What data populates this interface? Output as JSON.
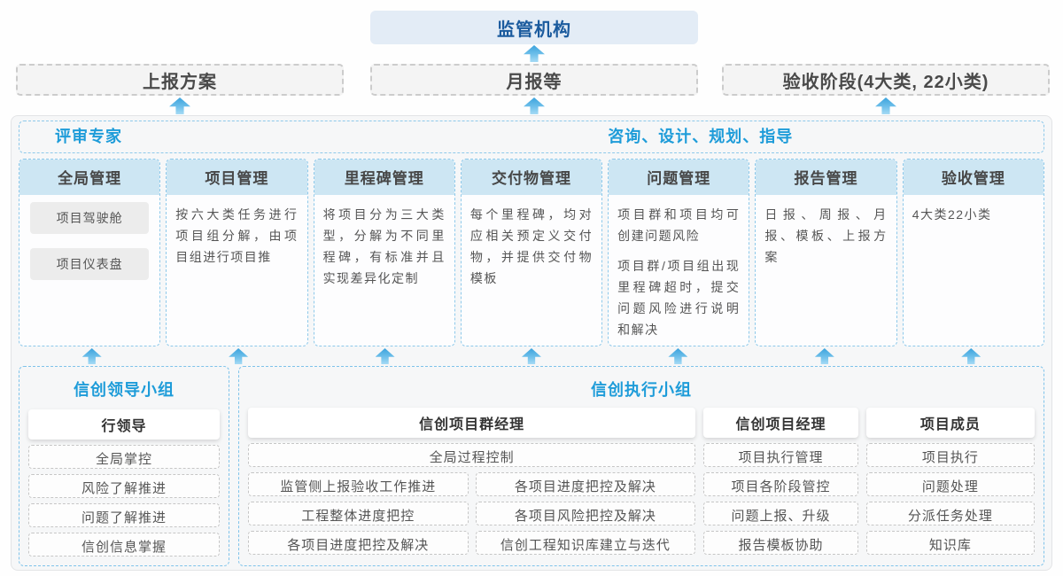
{
  "top": {
    "regulator": "监管机构",
    "report_plan": "上报方案",
    "monthly_report": "月报等",
    "acceptance_stage": "验收阶段(4大类, 22小类)"
  },
  "main": {
    "review_expert": "评审专家",
    "consult": "咨询、设计、规划、指导",
    "columns": [
      {
        "title": "全局管理",
        "chips": [
          "项目驾驶舱",
          "项目仪表盘"
        ]
      },
      {
        "title": "项目管理",
        "text": "按六大类任务进行项目组分解，由项目组进行项目推"
      },
      {
        "title": "里程碑管理",
        "text": "将项目分为三大类型，分解为不同里程碑，有标准并且实现差异化定制"
      },
      {
        "title": "交付物管理",
        "text": "每个里程碑，均对应相关预定义交付物，并提供交付物模板"
      },
      {
        "title": "问题管理",
        "paragraphs": [
          "项目群和项目均可创建问题风险",
          "项目群/项目组出现里程碑超时，提交问题风险进行说明和解决"
        ]
      },
      {
        "title": "报告管理",
        "text": "日报、周报、月报、模板、上报方案"
      },
      {
        "title": "验收管理",
        "text": "4大类22小类"
      }
    ]
  },
  "bottom": {
    "leader_group": {
      "title": "信创领导小组",
      "role": "行领导",
      "items": [
        "全局掌控",
        "风险了解推进",
        "问题了解推进",
        "信创信息掌握"
      ]
    },
    "exec_group": {
      "title": "信创执行小组",
      "pgm": {
        "role": "信创项目群经理",
        "full_item": "全局过程控制",
        "left_items": [
          "监管侧上报验收工作推进",
          "工程整体进度把控",
          "各项目进度把控及解决"
        ],
        "right_items": [
          "各项目进度把控及解决",
          "各项目风险把控及解决",
          "信创工程知识库建立与迭代"
        ]
      },
      "pm": {
        "role": "信创项目经理",
        "items": [
          "项目执行管理",
          "项目各阶段管控",
          "问题上报、升级",
          "报告模板协助"
        ]
      },
      "member": {
        "role": "项目成员",
        "items": [
          "项目执行",
          "问题处理",
          "分派任务处理",
          "知识库"
        ]
      }
    }
  },
  "colors": {
    "accent_blue": "#1e9cd9",
    "navy_title": "#1b5b9e",
    "dashed_blue_border": "#8ec9ea",
    "column_header_fill": "#cde6f3",
    "arrow_blue_top": "#3ba3dd",
    "arrow_blue_bottom": "#a6dbf5",
    "gray_dashed_border": "#c6c6c6",
    "container_fill": "#f6f7f8"
  }
}
